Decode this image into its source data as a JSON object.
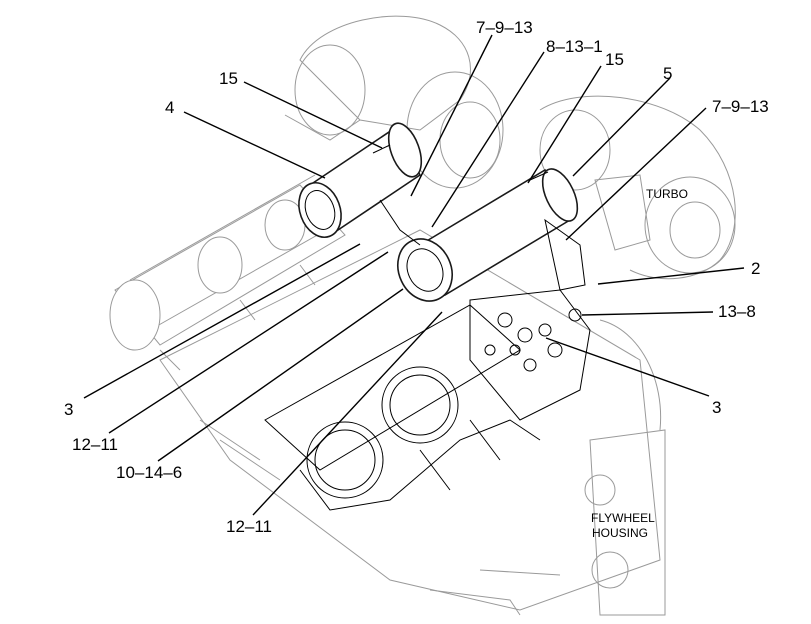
{
  "callouts": {
    "c15_left": "15",
    "c4": "4",
    "c7913_top": "7–9–13",
    "c8131": "8–13–1",
    "c15_right": "15",
    "c5": "5",
    "c7913_right": "7–9–13",
    "c2": "2",
    "c138": "13–8",
    "c3_right": "3",
    "c3_left": "3",
    "c1211_upper": "12–11",
    "c10146": "10–14–6",
    "c1211_lower": "12–11"
  },
  "labels": {
    "turbo": "TURBO",
    "flywheel_line1": "FLYWHEEL",
    "flywheel_line2": "HOUSING"
  }
}
